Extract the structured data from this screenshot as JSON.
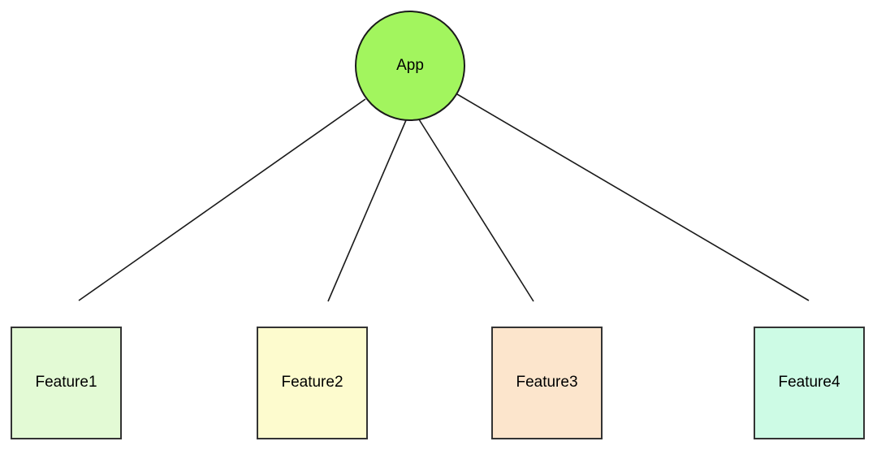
{
  "diagram": {
    "type": "tree",
    "background": "#ffffff",
    "edge_color": "#1a1a1a",
    "nodes": {
      "app": {
        "id": "app",
        "label": "App",
        "shape": "circle",
        "fill": "#a2f55e",
        "stroke": "#1a1a1a"
      },
      "feature1": {
        "id": "feature1",
        "label": "Feature1",
        "shape": "rect",
        "fill": "#e3fad5",
        "stroke": "#333333"
      },
      "feature2": {
        "id": "feature2",
        "label": "Feature2",
        "shape": "rect",
        "fill": "#fdfbce",
        "stroke": "#333333"
      },
      "feature3": {
        "id": "feature3",
        "label": "Feature3",
        "shape": "rect",
        "fill": "#fce5cc",
        "stroke": "#333333"
      },
      "feature4": {
        "id": "feature4",
        "label": "Feature4",
        "shape": "rect",
        "fill": "#cdfbe5",
        "stroke": "#333333"
      }
    },
    "edges": [
      {
        "from": "app",
        "to": "feature1"
      },
      {
        "from": "app",
        "to": "feature2"
      },
      {
        "from": "app",
        "to": "feature3"
      },
      {
        "from": "app",
        "to": "feature4"
      }
    ]
  }
}
